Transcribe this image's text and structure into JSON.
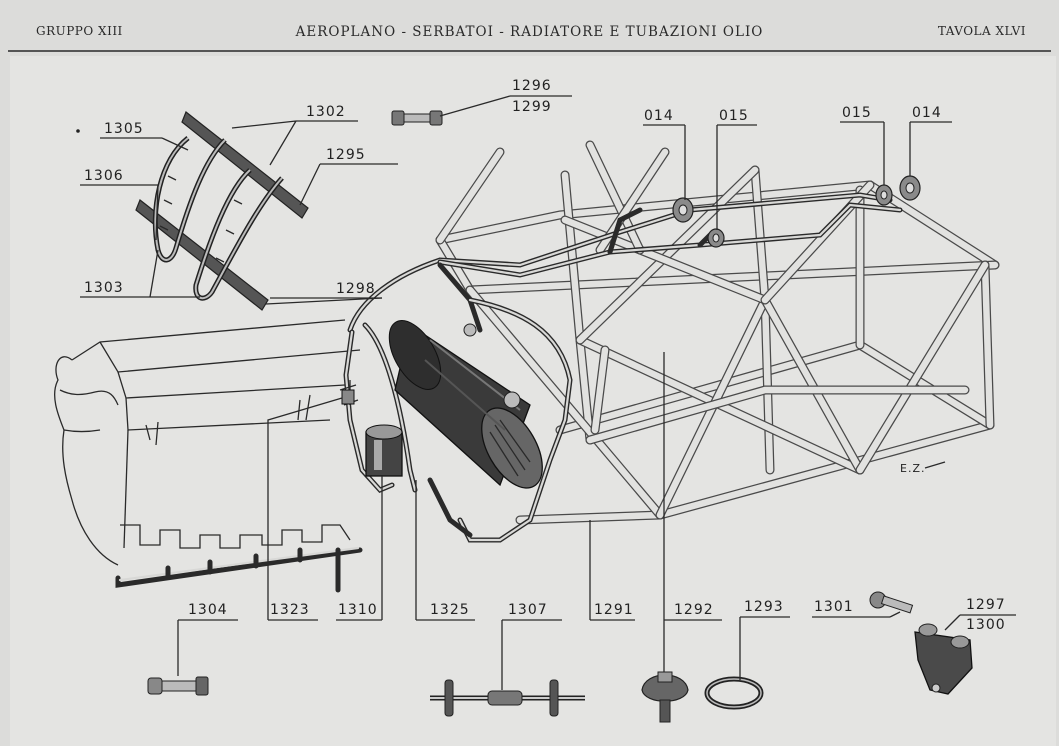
{
  "header": {
    "group": "GRUPPO XIII",
    "title": "AEROPLANO - SERBATOI - RADIATORE E TUBAZIONI OLIO",
    "plate": "TAVOLA XLVI"
  },
  "callouts": {
    "c1296": "1296",
    "c1299": "1299",
    "c1302": "1302",
    "c1305": "1305",
    "c1295": "1295",
    "c1306": "1306",
    "c1303": "1303",
    "c1298": "1298",
    "c014a": "014",
    "c015a": "015",
    "c015b": "015",
    "c014b": "014",
    "c1304": "1304",
    "c1323": "1323",
    "c1310": "1310",
    "c1325": "1325",
    "c1307": "1307",
    "c1291": "1291",
    "c1292": "1292",
    "c1293": "1293",
    "c1301": "1301",
    "c1297": "1297",
    "c1300": "1300"
  },
  "signature": "E.Z."
}
